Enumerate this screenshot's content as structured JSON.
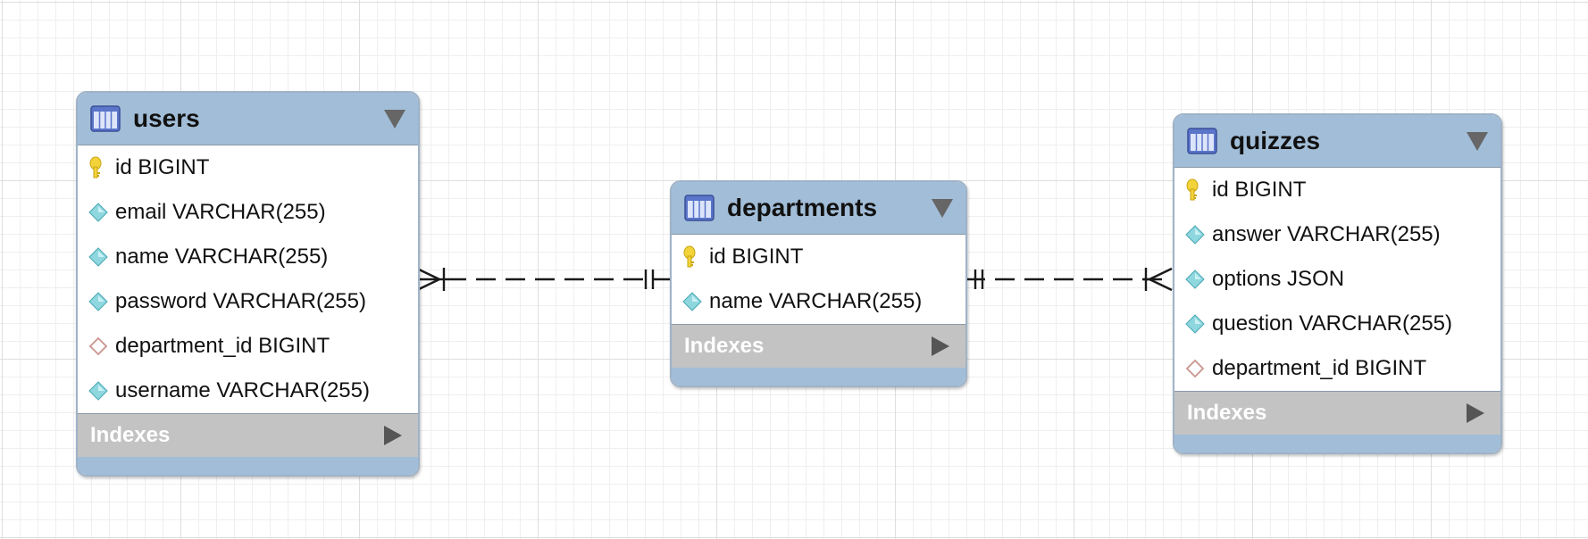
{
  "diagram": {
    "entities": [
      {
        "key": "users",
        "name": "users",
        "columns": [
          {
            "label": "id BIGINT",
            "icon": "primary-key-icon"
          },
          {
            "label": "email VARCHAR(255)",
            "icon": "column-diamond-icon"
          },
          {
            "label": "name VARCHAR(255)",
            "icon": "column-diamond-icon"
          },
          {
            "label": "password VARCHAR(255)",
            "icon": "column-diamond-icon"
          },
          {
            "label": "department_id BIGINT",
            "icon": "foreign-key-diamond-icon"
          },
          {
            "label": "username VARCHAR(255)",
            "icon": "column-diamond-icon"
          }
        ],
        "indexes_label": "Indexes"
      },
      {
        "key": "departments",
        "name": "departments",
        "columns": [
          {
            "label": "id BIGINT",
            "icon": "primary-key-icon"
          },
          {
            "label": "name VARCHAR(255)",
            "icon": "column-diamond-icon"
          }
        ],
        "indexes_label": "Indexes"
      },
      {
        "key": "quizzes",
        "name": "quizzes",
        "columns": [
          {
            "label": "id BIGINT",
            "icon": "primary-key-icon"
          },
          {
            "label": "answer VARCHAR(255)",
            "icon": "column-diamond-icon"
          },
          {
            "label": "options JSON",
            "icon": "column-diamond-icon"
          },
          {
            "label": "question VARCHAR(255)",
            "icon": "column-diamond-icon"
          },
          {
            "label": "department_id BIGINT",
            "icon": "foreign-key-diamond-icon"
          }
        ],
        "indexes_label": "Indexes"
      }
    ],
    "relationships": [
      {
        "from": "users",
        "to": "departments",
        "from_cardinality": "one-or-many",
        "to_cardinality": "exactly-one",
        "style": "dashed"
      },
      {
        "from": "departments",
        "to": "quizzes",
        "from_cardinality": "exactly-one",
        "to_cardinality": "one-or-many",
        "style": "dashed"
      }
    ]
  },
  "colors": {
    "header": "#a2bdd7",
    "indexes_bar": "#c3c3c3",
    "border": "#9fb3c8",
    "key": "#f3d33a",
    "column_diamond": "#8fd7df",
    "foreign_key_diamond": "#c9958e"
  }
}
